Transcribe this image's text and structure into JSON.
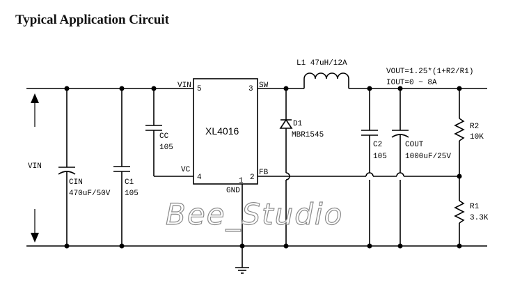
{
  "title": "Typical Application Circuit",
  "ic": {
    "name": "XL4016",
    "pins": {
      "vin_name": "VIN",
      "vin_num": "5",
      "sw_name": "SW",
      "sw_num": "3",
      "vc_name": "VC",
      "vc_num": "4",
      "fb_name": "FB",
      "fb_num": "2",
      "gnd_name": "GND",
      "gnd_num": "1"
    }
  },
  "components": {
    "inductor": "L1 47uH/12A",
    "diode_ref": "D1",
    "diode_part": "MBR1545",
    "cc_ref": "CC",
    "cc_val": "105",
    "cin_ref": "CIN",
    "cin_val": "470uF/50V",
    "c1_ref": "C1",
    "c1_val": "105",
    "c2_ref": "C2",
    "c2_val": "105",
    "cout_ref": "COUT",
    "cout_val": "1000uF/25V",
    "r2_ref": "R2",
    "r2_val": "10K",
    "r1_ref": "R1",
    "r1_val": "3.3K"
  },
  "formula": {
    "vout": "VOUT=1.25*(1+R2/R1)",
    "iout": "IOUT=0 ~ 8A"
  },
  "input_label": "VIN",
  "watermark": "Bee_Studio",
  "colors": {
    "ink": "#000000",
    "watermark_outline": "#8a8a8a"
  }
}
